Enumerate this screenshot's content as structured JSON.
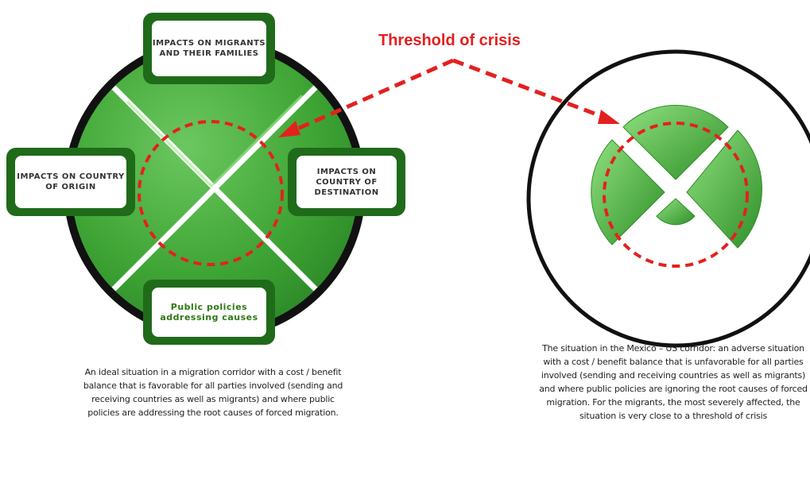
{
  "threshold_label": "Threshold of crisis",
  "boxes": {
    "top": "IMPACTS ON MIGRANTS AND THEIR FAMILIES",
    "left": "IMPACTS ON COUNTRY OF ORIGIN",
    "right": "IMPACTS ON COUNTRY OF DESTINATION",
    "bottom": "Public policies addressing causes"
  },
  "captions": {
    "ideal": "An ideal situation in a migration corridor with a cost / benefit balance that is favorable for all parties involved (sending and receiving countries as well as migrants) and where public policies are addressing the root causes of forced migration.",
    "mexico_us": "The situation in the Mexico – US corridor: an adverse situation with a cost / benefit balance that is unfavorable for all parties involved (sending and receiving countries as well as migrants) and where public policies are ignoring the root causes of forced migration. For the migrants, the most severely affected, the situation is very close to a threshold of crisis"
  },
  "colors": {
    "green": "#3fa535",
    "dark_green": "#1f6b1a",
    "threshold_red": "#e4201f",
    "outline": "#111111"
  }
}
